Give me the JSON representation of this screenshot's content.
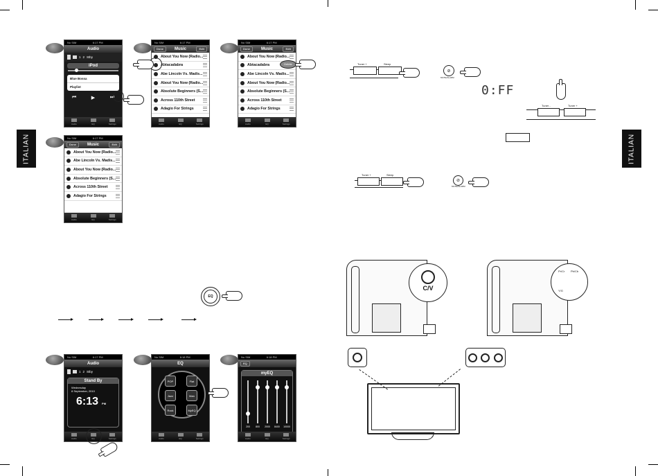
{
  "side_tabs": {
    "left": "ITALIAN",
    "right": "ITALIAN"
  },
  "status": {
    "carrier": "No SIM",
    "time": "6:17 PM",
    "time2": "6:18 PM"
  },
  "audio_screen": {
    "title": "Audio",
    "sources": [
      "1",
      "2",
      "Stby"
    ],
    "ipod_title": "iPod",
    "track": "Blue Bossa",
    "playlist": "Playlist",
    "ipod_badge": "iPod"
  },
  "music_screen": {
    "title": "Music",
    "edit": "Edit",
    "done": "Done",
    "edit_alt": "Done",
    "delete": "Delete",
    "items": [
      "About You Now (Radio...",
      "Abtacadabra",
      "Abe Lincoln Vs. Madis...",
      "About You Now (Radio...",
      "Absolute Beginners (S...",
      "Across 110th Street",
      "Adagio For Strings"
    ]
  },
  "music_screen_4": {
    "items": [
      "About You Now (Radio...",
      "Abe Lincoln Vs. Madis...",
      "About You Now (Radio...",
      "Absolute Beginners (S...",
      "Across 110th Street",
      "Adagio For Strings"
    ]
  },
  "tabs": [
    "Audio",
    "EQ",
    "Settings"
  ],
  "standby_screen": {
    "title": "Audio",
    "standby": "Stand By",
    "day": "Wednesday",
    "date": "8 September, 2010",
    "clock": "6:13",
    "ampm": "PM"
  },
  "eq_screen": {
    "title": "EQ",
    "presets": [
      "POP",
      "Flat",
      "Jazz",
      "Man",
      "Rock",
      "MyEQ"
    ]
  },
  "myeq_screen": {
    "title": "myEQ",
    "back": "EQ",
    "bands": [
      "200",
      "800",
      "2000",
      "8400",
      "10000"
    ],
    "levels": [
      0.25,
      0.85,
      0.85,
      0.85,
      0.85
    ]
  },
  "keys": {
    "tuner_plus": "Tuner +",
    "sleep": "Sleep",
    "tuner_minus": "Tuner -",
    "tuner_plus2": "Tuner +"
  },
  "display": {
    "off": "0:FF",
    "mute_label": "MUTE/ALARM"
  },
  "eq_button": "EQ",
  "connectors": {
    "cv": "C/V",
    "pb": "Pb/Cb",
    "pr": "Pr/Cr",
    "y": "Y/G"
  }
}
